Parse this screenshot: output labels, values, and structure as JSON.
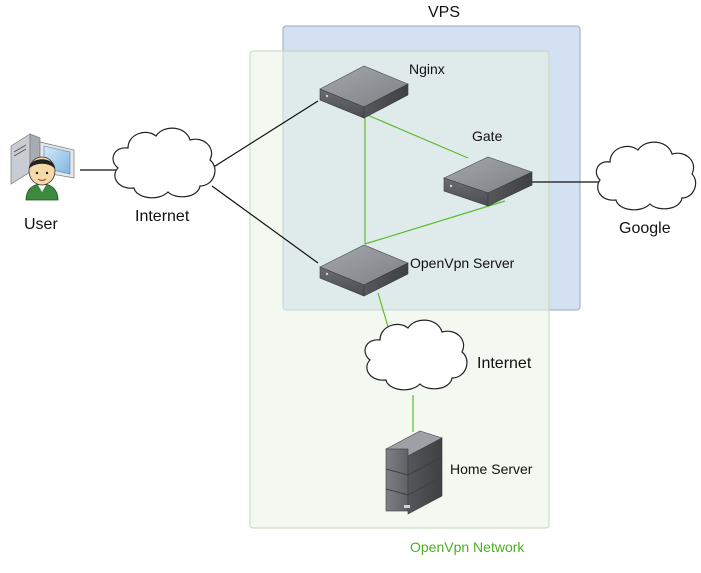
{
  "labels": {
    "vps": "VPS",
    "openvpn_network": "OpenVpn Network",
    "nginx": "Nginx",
    "gate": "Gate",
    "openvpn_server": "OpenVpn Server",
    "home_server": "Home Server",
    "user": "User",
    "internet_left": "Internet",
    "internet_bottom": "Internet",
    "google": "Google"
  },
  "colors": {
    "vps_fill": "#d3e1f3",
    "vps_stroke": "#98a9c4",
    "network_fill": "#e9f4e4",
    "network_stroke": "#c4d6bd",
    "green_link": "#5dbb2f",
    "black_link": "#111111",
    "device_top": "#8e9094",
    "device_side": "#5c5e62"
  }
}
